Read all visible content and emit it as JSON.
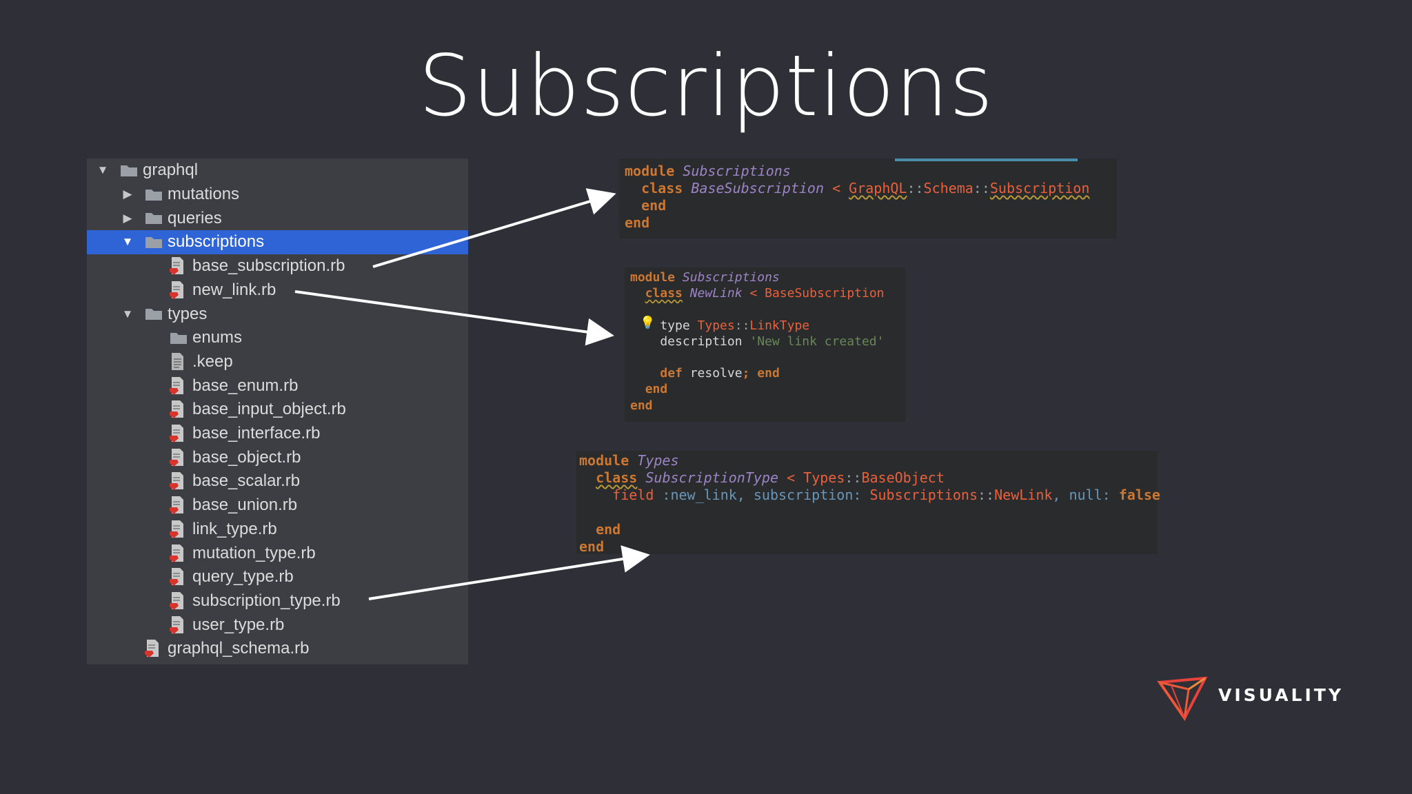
{
  "slide": {
    "title": "Subscriptions"
  },
  "tree": {
    "items": [
      {
        "label": "graphql",
        "kind": "folder",
        "toggle": "▼",
        "selected": false
      },
      {
        "label": "mutations",
        "kind": "folder",
        "toggle": "▶",
        "selected": false
      },
      {
        "label": "queries",
        "kind": "folder",
        "toggle": "▶",
        "selected": false
      },
      {
        "label": "subscriptions",
        "kind": "folder",
        "toggle": "▼",
        "selected": true
      },
      {
        "label": "base_subscription.rb",
        "kind": "ruby-file",
        "toggle": "",
        "selected": false
      },
      {
        "label": "new_link.rb",
        "kind": "ruby-file",
        "toggle": "",
        "selected": false
      },
      {
        "label": "types",
        "kind": "folder",
        "toggle": "▼",
        "selected": false
      },
      {
        "label": "enums",
        "kind": "folder",
        "toggle": "",
        "selected": false
      },
      {
        "label": ".keep",
        "kind": "text-file",
        "toggle": "",
        "selected": false
      },
      {
        "label": "base_enum.rb",
        "kind": "ruby-file",
        "toggle": "",
        "selected": false
      },
      {
        "label": "base_input_object.rb",
        "kind": "ruby-file",
        "toggle": "",
        "selected": false
      },
      {
        "label": "base_interface.rb",
        "kind": "ruby-file",
        "toggle": "",
        "selected": false
      },
      {
        "label": "base_object.rb",
        "kind": "ruby-file",
        "toggle": "",
        "selected": false
      },
      {
        "label": "base_scalar.rb",
        "kind": "ruby-file",
        "toggle": "",
        "selected": false
      },
      {
        "label": "base_union.rb",
        "kind": "ruby-file",
        "toggle": "",
        "selected": false
      },
      {
        "label": "link_type.rb",
        "kind": "ruby-file",
        "toggle": "",
        "selected": false
      },
      {
        "label": "mutation_type.rb",
        "kind": "ruby-file",
        "toggle": "",
        "selected": false
      },
      {
        "label": "query_type.rb",
        "kind": "ruby-file",
        "toggle": "",
        "selected": false
      },
      {
        "label": "subscription_type.rb",
        "kind": "ruby-file",
        "toggle": "",
        "selected": false
      },
      {
        "label": "user_type.rb",
        "kind": "ruby-file",
        "toggle": "",
        "selected": false
      },
      {
        "label": "graphql_schema.rb",
        "kind": "ruby-file",
        "toggle": "",
        "selected": false
      }
    ]
  },
  "code1": {
    "lines": [
      [
        [
          "kw",
          "module"
        ],
        [
          "plain",
          " "
        ],
        [
          "mod",
          "Subscriptions"
        ]
      ],
      [
        [
          "plain",
          "  "
        ],
        [
          "kw",
          "class"
        ],
        [
          "plain",
          " "
        ],
        [
          "mod",
          "BaseSubscription"
        ],
        [
          "plain",
          " "
        ],
        [
          "const",
          "<"
        ],
        [
          "plain",
          " "
        ],
        [
          "const und",
          "GraphQL"
        ],
        [
          "sep",
          "::"
        ],
        [
          "const",
          "Schema"
        ],
        [
          "sep",
          "::"
        ],
        [
          "const und",
          "Subscription"
        ]
      ],
      [
        [
          "plain",
          "  "
        ],
        [
          "kw",
          "end"
        ]
      ],
      [
        [
          "kw",
          "end"
        ]
      ]
    ]
  },
  "code2": {
    "lines": [
      [
        [
          "kw",
          "module"
        ],
        [
          "plain",
          " "
        ],
        [
          "mod",
          "Subscriptions"
        ]
      ],
      [
        [
          "plain",
          "  "
        ],
        [
          "kw und",
          "class"
        ],
        [
          "plain",
          " "
        ],
        [
          "mod",
          "NewLink"
        ],
        [
          "plain",
          " "
        ],
        [
          "const",
          "<"
        ],
        [
          "plain",
          " "
        ],
        [
          "const",
          "BaseSubscription"
        ]
      ],
      [
        [
          "plain",
          ""
        ]
      ],
      [
        [
          "plain",
          "    type "
        ],
        [
          "const",
          "Types"
        ],
        [
          "sep",
          "::"
        ],
        [
          "const",
          "LinkType"
        ]
      ],
      [
        [
          "plain",
          "    description "
        ],
        [
          "str",
          "'New link created'"
        ]
      ],
      [
        [
          "plain",
          ""
        ]
      ],
      [
        [
          "plain",
          "    "
        ],
        [
          "kw",
          "def"
        ],
        [
          "plain",
          " resolve"
        ],
        [
          "kw",
          ";"
        ],
        [
          "plain",
          " "
        ],
        [
          "kw",
          "end"
        ]
      ],
      [
        [
          "plain",
          "  "
        ],
        [
          "kw",
          "end"
        ]
      ],
      [
        [
          "kw",
          "end"
        ]
      ]
    ]
  },
  "code3": {
    "lines": [
      [
        [
          "kw",
          "module"
        ],
        [
          "plain",
          " "
        ],
        [
          "mod",
          "Types"
        ]
      ],
      [
        [
          "plain",
          "  "
        ],
        [
          "kw und",
          "class"
        ],
        [
          "plain",
          " "
        ],
        [
          "mod",
          "SubscriptionType"
        ],
        [
          "plain",
          " "
        ],
        [
          "const",
          "<"
        ],
        [
          "plain",
          " "
        ],
        [
          "const",
          "Types"
        ],
        [
          "sep",
          "::"
        ],
        [
          "const",
          "BaseObject"
        ]
      ],
      [
        [
          "plain",
          "    "
        ],
        [
          "const",
          "field"
        ],
        [
          "plain",
          " "
        ],
        [
          "sym",
          ":new_link, subscription:"
        ],
        [
          "plain",
          " "
        ],
        [
          "const",
          "Subscriptions"
        ],
        [
          "sep",
          "::"
        ],
        [
          "const",
          "NewLink"
        ],
        [
          "sym",
          ", null:"
        ],
        [
          "plain",
          " "
        ],
        [
          "kw",
          "false"
        ]
      ],
      [
        [
          "plain",
          ""
        ]
      ],
      [
        [
          "plain",
          "  "
        ],
        [
          "kw",
          "end"
        ]
      ],
      [
        [
          "kw",
          "end"
        ]
      ]
    ]
  },
  "logo": {
    "text": "VISUALITY",
    "color_primary": "#e8433b",
    "color_secondary": "#f08a3a"
  },
  "colors": {
    "background": "#2f3037",
    "tree_bg": "#3c3e44",
    "selection": "#2f64d6",
    "code_bg": "#2a2b2d",
    "keyword": "#cc7832",
    "module": "#9c84c6",
    "constant": "#e8613d",
    "symbol": "#6897bb",
    "string": "#6a8759"
  }
}
